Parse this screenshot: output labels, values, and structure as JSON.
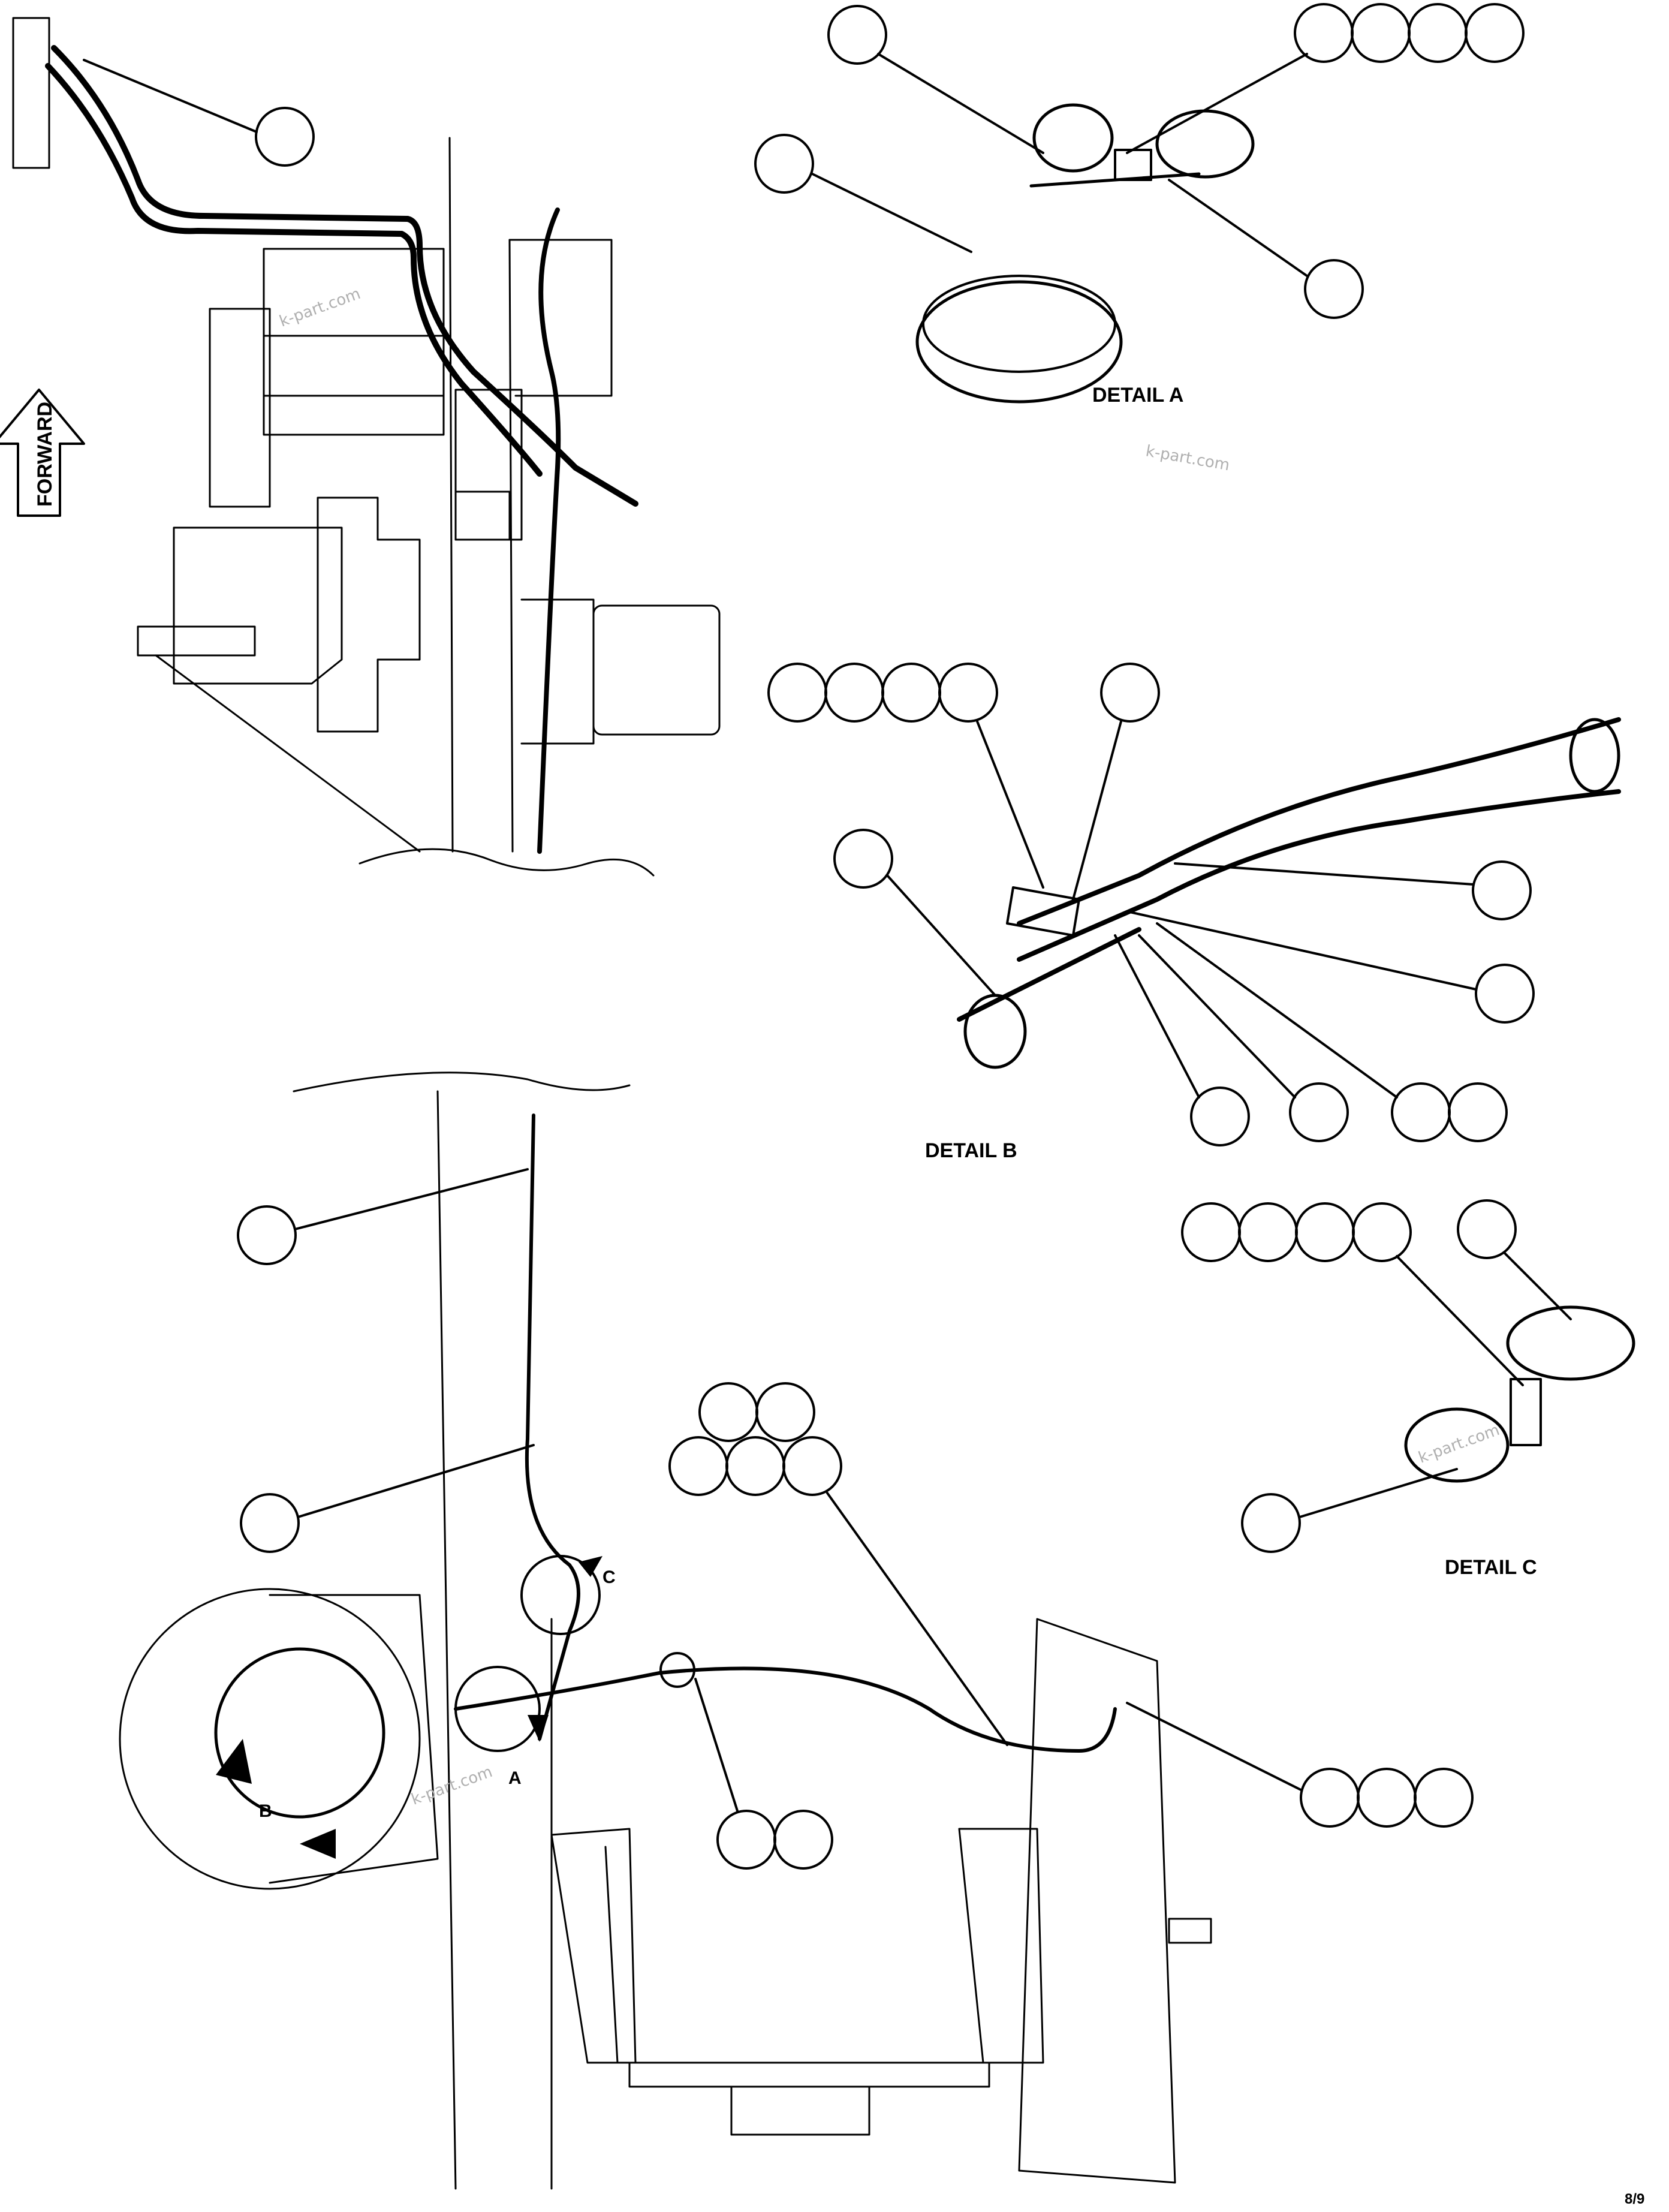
{
  "labels": {
    "forward": "FORWARD",
    "detail_a": "DETAIL A",
    "detail_b": "DETAIL B",
    "detail_c": "DETAIL C",
    "view_a": "A",
    "view_b": "B",
    "view_c": "C",
    "page_code": "8/9"
  },
  "watermark": "k-part.com",
  "colors": {
    "line": "#000000",
    "background": "#ffffff",
    "watermark": "#b0b0b0"
  }
}
